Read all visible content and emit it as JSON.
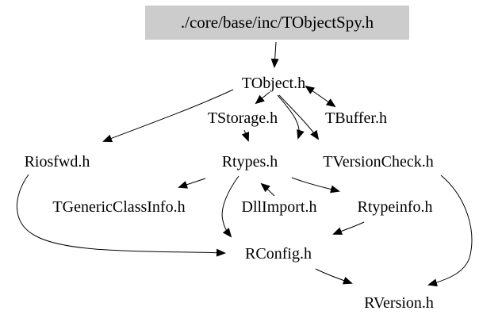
{
  "diagram": {
    "type": "include-dependency-graph",
    "title_node": "./core/base/inc/TObjectSpy.h",
    "colors": {
      "highlight_box_bg": "#cccccc",
      "edge": "#000000",
      "text": "#000000",
      "background": "#ffffff"
    },
    "nodes": [
      {
        "id": "tobject",
        "label": "TObject.h"
      },
      {
        "id": "tstorage",
        "label": "TStorage.h"
      },
      {
        "id": "tbuffer",
        "label": "TBuffer.h"
      },
      {
        "id": "riosfwd",
        "label": "Riosfwd.h"
      },
      {
        "id": "rtypes",
        "label": "Rtypes.h"
      },
      {
        "id": "tversioncheck",
        "label": "TVersionCheck.h"
      },
      {
        "id": "tgenericclassinfo",
        "label": "TGenericClassInfo.h"
      },
      {
        "id": "dllimport",
        "label": "DllImport.h"
      },
      {
        "id": "rtypeinfo",
        "label": "Rtypeinfo.h"
      },
      {
        "id": "rconfig",
        "label": "RConfig.h"
      },
      {
        "id": "rversion",
        "label": "RVersion.h"
      }
    ],
    "edges": [
      {
        "from": "./core/base/inc/TObjectSpy.h",
        "to": "TObject.h"
      },
      {
        "from": "TObject.h",
        "to": "Riosfwd.h"
      },
      {
        "from": "TObject.h",
        "to": "TStorage.h"
      },
      {
        "from": "TObject.h",
        "to": "TBuffer.h"
      },
      {
        "from": "TBuffer.h",
        "to": "TObject.h"
      },
      {
        "from": "TStorage.h",
        "to": "Rtypes.h"
      },
      {
        "from": "TObject.h",
        "to": "Rtypes.h"
      },
      {
        "from": "TObject.h",
        "to": "TVersionCheck.h"
      },
      {
        "from": "Rtypes.h",
        "to": "TGenericClassInfo.h"
      },
      {
        "from": "Rtypes.h",
        "to": "Rtypeinfo.h"
      },
      {
        "from": "DllImport.h",
        "to": "Rtypes.h"
      },
      {
        "from": "Riosfwd.h",
        "to": "RConfig.h"
      },
      {
        "from": "Rtypes.h",
        "to": "RConfig.h"
      },
      {
        "from": "Rtypeinfo.h",
        "to": "RConfig.h"
      },
      {
        "from": "RConfig.h",
        "to": "RVersion.h"
      },
      {
        "from": "TVersionCheck.h",
        "to": "RVersion.h"
      }
    ]
  }
}
